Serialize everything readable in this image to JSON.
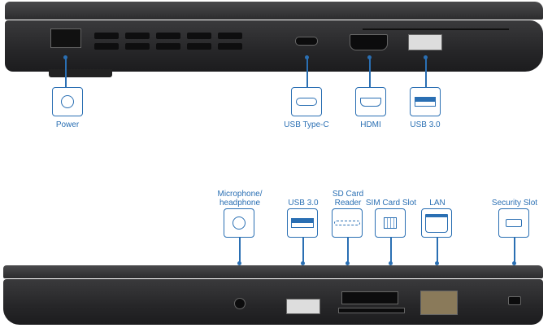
{
  "top_view": {
    "ports": [
      {
        "label": "Power",
        "icon": "power-jack-icon"
      },
      {
        "label": "USB Type-C",
        "icon": "usb-c-icon"
      },
      {
        "label": "HDMI",
        "icon": "hdmi-icon"
      },
      {
        "label": "USB 3.0",
        "icon": "usb-a-icon"
      }
    ]
  },
  "bottom_view": {
    "ports": [
      {
        "label": "Microphone/ headphone",
        "icon": "audio-jack-icon"
      },
      {
        "label": "USB 3.0",
        "icon": "usb-a-icon"
      },
      {
        "label": "SD Card Reader",
        "icon": "sd-card-icon"
      },
      {
        "label": "SIM Card Slot",
        "icon": "sim-card-icon"
      },
      {
        "label": "LAN",
        "icon": "ethernet-icon"
      },
      {
        "label": "Security Slot",
        "icon": "lock-slot-icon"
      }
    ]
  },
  "accent": "#2a6fb3"
}
